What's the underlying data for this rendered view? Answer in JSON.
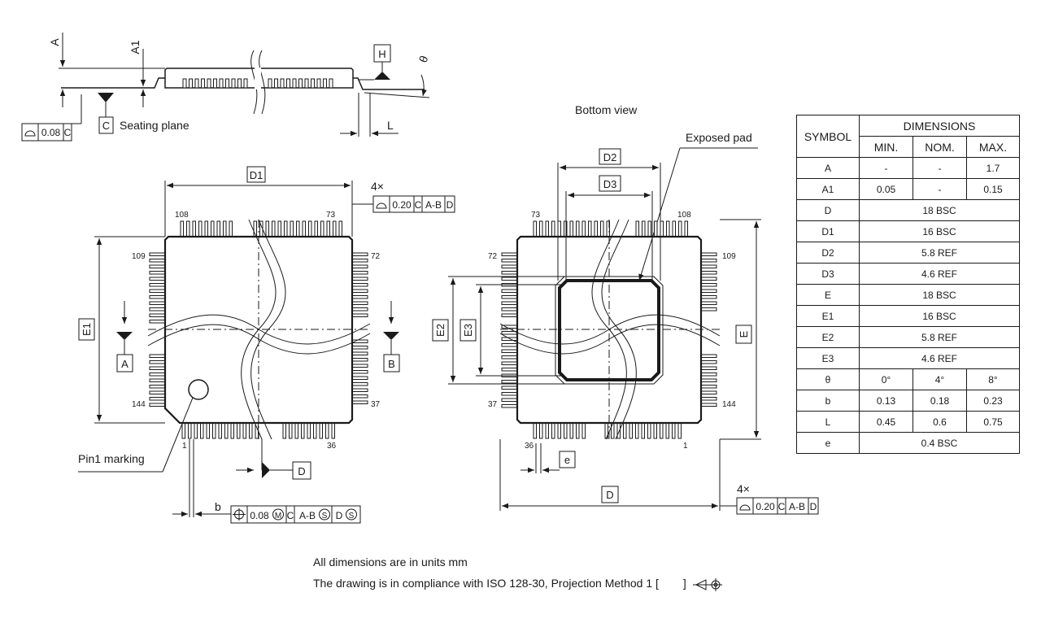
{
  "side_view": {
    "dim_A": "A",
    "dim_A1": "A1",
    "dim_L": "L",
    "theta": "θ",
    "datum_H": "H",
    "datum_C": "C",
    "seating_plane": "Seating plane",
    "coplanarity_value": "0.08",
    "coplanarity_ref": "C"
  },
  "top_view": {
    "dim_D1": "D1",
    "dim_E1": "E1",
    "pin_108": "108",
    "pin_73": "73",
    "pin_109": "109",
    "pin_72": "72",
    "pin_144": "144",
    "pin_37": "37",
    "pin_1": "1",
    "pin_36": "36",
    "datum_A": "A",
    "datum_B": "B",
    "datum_D": "D",
    "pin1_marking": "Pin1 marking",
    "multiplier": "4×",
    "profile_value": "0.20",
    "profile_ref1": "C",
    "profile_ref2": "A-B",
    "profile_ref3": "D",
    "dim_b": "b",
    "position_value": "0.08",
    "position_mod": "M",
    "position_ref1": "C",
    "position_ref2": "A-B",
    "position_ref2_mod": "S",
    "position_ref3": "D",
    "position_ref3_mod": "S"
  },
  "bottom_view": {
    "title": "Bottom view",
    "exposed_pad": "Exposed pad",
    "dim_D2": "D2",
    "dim_D3": "D3",
    "dim_E2": "E2",
    "dim_E3": "E3",
    "dim_E": "E",
    "dim_D": "D",
    "dim_e": "e",
    "pin_73": "73",
    "pin_108": "108",
    "pin_72": "72",
    "pin_109": "109",
    "pin_37": "37",
    "pin_144": "144",
    "pin_36": "36",
    "pin_1": "1",
    "multiplier": "4×",
    "profile_value": "0.20",
    "profile_ref1": "C",
    "profile_ref2": "A-B",
    "profile_ref3": "D"
  },
  "table": {
    "symbol_header": "SYMBOL",
    "dimensions_header": "DIMENSIONS",
    "min_header": "MIN.",
    "nom_header": "NOM.",
    "max_header": "MAX.",
    "rows": [
      {
        "symbol": "A",
        "min": "-",
        "nom": "-",
        "max": "1.7"
      },
      {
        "symbol": "A1",
        "min": "0.05",
        "nom": "-",
        "max": "0.15"
      },
      {
        "symbol": "D",
        "span": "18 BSC"
      },
      {
        "symbol": "D1",
        "span": "16 BSC"
      },
      {
        "symbol": "D2",
        "span": "5.8 REF"
      },
      {
        "symbol": "D3",
        "span": "4.6 REF"
      },
      {
        "symbol": "E",
        "span": "18 BSC"
      },
      {
        "symbol": "E1",
        "span": "16 BSC"
      },
      {
        "symbol": "E2",
        "span": "5.8 REF"
      },
      {
        "symbol": "E3",
        "span": "4.6 REF"
      },
      {
        "symbol": "θ",
        "min": "0°",
        "nom": "4°",
        "max": "8°"
      },
      {
        "symbol": "b",
        "min": "0.13",
        "nom": "0.18",
        "max": "0.23"
      },
      {
        "symbol": "L",
        "min": "0.45",
        "nom": "0.6",
        "max": "0.75"
      },
      {
        "symbol": "e",
        "span": "0.4 BSC"
      }
    ]
  },
  "notes": {
    "units": "All dimensions are in units mm",
    "compliance": "The drawing is in compliance with ISO 128-30, Projection Method 1 [",
    "compliance_end": "]"
  }
}
